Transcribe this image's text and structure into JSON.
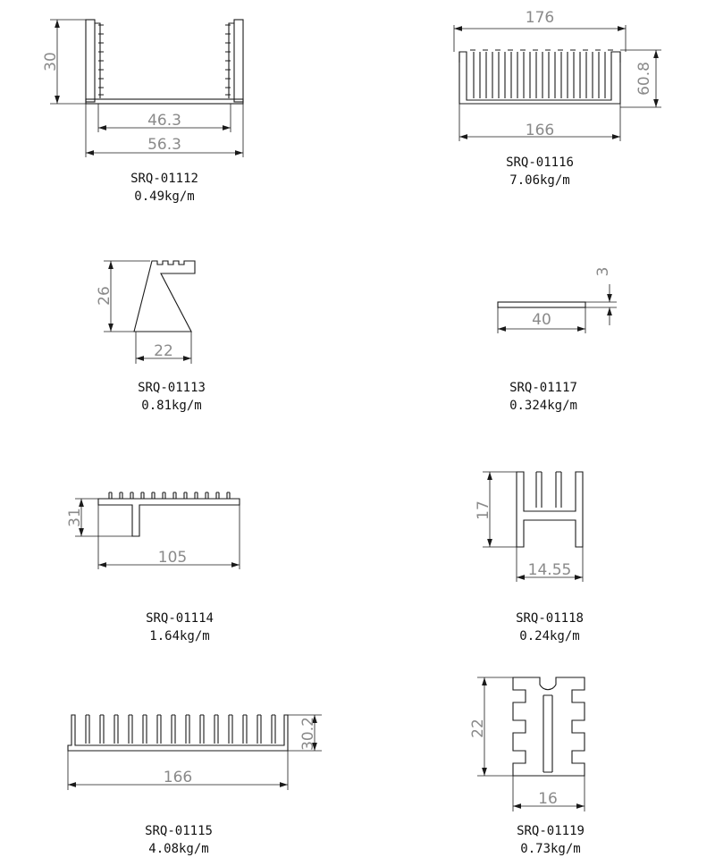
{
  "colors": {
    "outline": "#1a1a1a",
    "dimension_text": "#8a8a8a",
    "label": "#111111",
    "background": "#ffffff"
  },
  "profiles": [
    {
      "code": "SRQ-01112",
      "weight": "0.49kg/m",
      "dims": {
        "height": "30",
        "inner_width": "46.3",
        "outer_width": "56.3"
      }
    },
    {
      "code": "SRQ-01116",
      "weight": "7.06kg/m",
      "dims": {
        "top_width": "176",
        "height": "60.8",
        "bottom_width": "166"
      }
    },
    {
      "code": "SRQ-01113",
      "weight": "0.81kg/m",
      "dims": {
        "height": "26",
        "width": "22"
      }
    },
    {
      "code": "SRQ-01117",
      "weight": "0.324kg/m",
      "dims": {
        "thickness": "3",
        "width": "40"
      }
    },
    {
      "code": "SRQ-01114",
      "weight": "1.64kg/m",
      "dims": {
        "height": "31",
        "width": "105"
      }
    },
    {
      "code": "SRQ-01118",
      "weight": "0.24kg/m",
      "dims": {
        "height": "17",
        "width": "14.55"
      }
    },
    {
      "code": "SRQ-01115",
      "weight": "4.08kg/m",
      "dims": {
        "width": "166",
        "height": "30.2"
      }
    },
    {
      "code": "SRQ-01119",
      "weight": "0.73kg/m",
      "dims": {
        "height": "22",
        "width": "16"
      }
    }
  ]
}
